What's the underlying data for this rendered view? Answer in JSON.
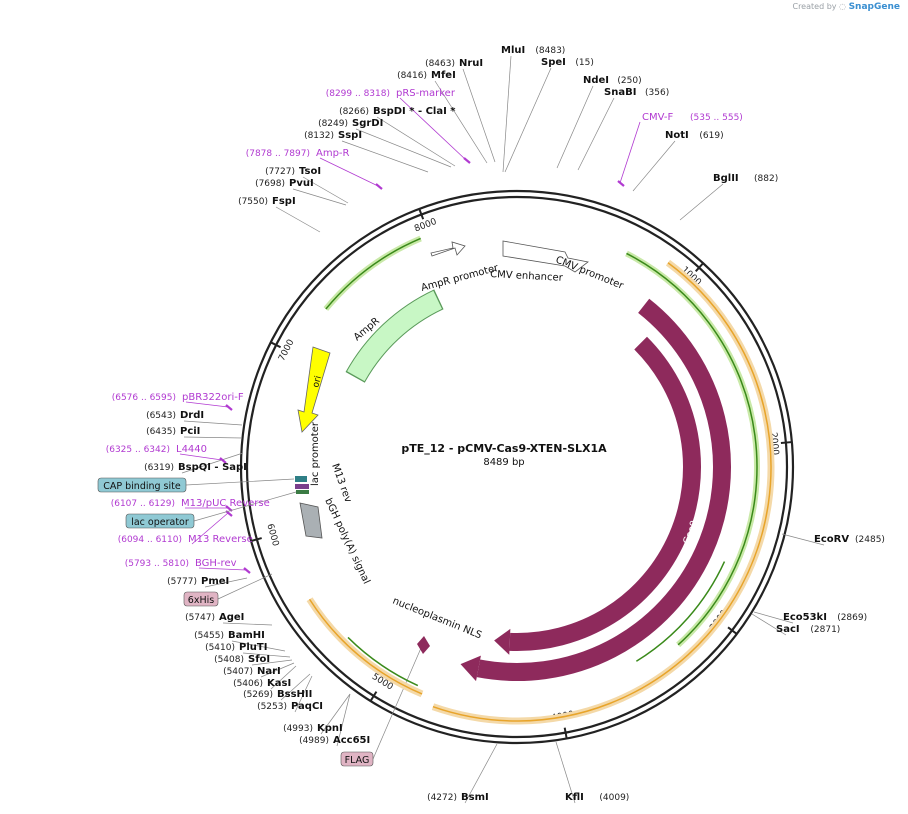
{
  "credit": {
    "prefix": "Created by",
    "brand": "SnapGene"
  },
  "plasmid": {
    "name": "pTE_12 - pCMV-Cas9-XTEN-SLX1A",
    "size": "8489 bp",
    "length": 8489
  },
  "ticks": [
    "1000",
    "2000",
    "3000",
    "4000",
    "5000",
    "6000",
    "7000",
    "8000"
  ],
  "enzymes": [
    {
      "name": "MluI",
      "pos": "(8483)"
    },
    {
      "name": "SpeI",
      "pos": "(15)"
    },
    {
      "name": "NdeI",
      "pos": "(250)"
    },
    {
      "name": "SnaBI",
      "pos": "(356)"
    },
    {
      "name": "NotI",
      "pos": "(619)"
    },
    {
      "name": "BglII",
      "pos": "(882)"
    },
    {
      "name": "EcoRV",
      "pos": "(2485)"
    },
    {
      "name": "Eco53kI",
      "pos": "(2869)"
    },
    {
      "name": "SacI",
      "pos": "(2871)"
    },
    {
      "name": "KflI",
      "pos": "(4009)"
    },
    {
      "name": "BsmI",
      "pos": "(4272)"
    },
    {
      "name": "KpnI",
      "pos": "(4993)"
    },
    {
      "name": "Acc65I",
      "pos": "(4989)"
    },
    {
      "name": "PaqCI",
      "pos": "(5253)"
    },
    {
      "name": "BssHII",
      "pos": "(5269)"
    },
    {
      "name": "KasI",
      "pos": "(5406)"
    },
    {
      "name": "NarI",
      "pos": "(5407)"
    },
    {
      "name": "SfoI",
      "pos": "(5408)"
    },
    {
      "name": "PluTI",
      "pos": "(5410)"
    },
    {
      "name": "BamHI",
      "pos": "(5455)"
    },
    {
      "name": "AgeI",
      "pos": "(5747)"
    },
    {
      "name": "PmeI",
      "pos": "(5777)"
    },
    {
      "name": "BspQI",
      "suffix": " - SapI",
      "pos": "(6319)"
    },
    {
      "name": "PciI",
      "pos": "(6435)"
    },
    {
      "name": "DrdI",
      "pos": "(6543)"
    },
    {
      "name": "FspI",
      "pos": "(7550)"
    },
    {
      "name": "PvuI",
      "pos": "(7698)"
    },
    {
      "name": "TsoI",
      "pos": "(7727)"
    },
    {
      "name": "SspI",
      "pos": "(8132)"
    },
    {
      "name": "SgrDI",
      "pos": "(8249)"
    },
    {
      "name": "BspDI * - ClaI *",
      "pos": "(8266)"
    },
    {
      "name": "MfeI",
      "pos": "(8416)"
    },
    {
      "name": "NruI",
      "pos": "(8463)"
    }
  ],
  "primers": [
    {
      "name": "CMV-F",
      "pos": "(535 .. 555)"
    },
    {
      "name": "pRS-marker",
      "pos": "(8299 .. 8318)"
    },
    {
      "name": "Amp-R",
      "pos": "(7878 .. 7897)"
    },
    {
      "name": "pBR322ori-F",
      "pos": "(6576 .. 6595)"
    },
    {
      "name": "L4440",
      "pos": "(6325 .. 6342)"
    },
    {
      "name": "M13/pUC Reverse",
      "pos": "(6107 .. 6129)"
    },
    {
      "name": "M13 Reverse",
      "pos": "(6094 .. 6110)"
    },
    {
      "name": "BGH-rev",
      "pos": "(5793 .. 5810)"
    }
  ],
  "tags": [
    "CAP binding site",
    "lac operator",
    "6xHis",
    "FLAG"
  ],
  "features": {
    "cmv_promoter": "CMV promoter",
    "cmv_enhancer": "CMV enhancer",
    "ampr_promoter": "AmpR promoter",
    "ampr": "AmpR",
    "ori": "ori",
    "lac_promoter": "lac promoter",
    "m13_rev": "M13 rev",
    "bgh": "bGH poly(A) signal",
    "nls": "nucleoplasmin NLS",
    "cas9_a": "Cas9",
    "cas9_b": "Cas9"
  },
  "colors": {
    "backbone": "#222222",
    "cds": "#8e2a5c",
    "ampr": "#c8f7c5",
    "ori": "#ffff00",
    "promoter": "#ffffff",
    "primer": "#b13ad1",
    "orf_green": "#3a8a1a",
    "orf_orange": "#e8a42a",
    "cap_tag": "#8fc9d4",
    "his_tag": "#e0b4c4"
  }
}
